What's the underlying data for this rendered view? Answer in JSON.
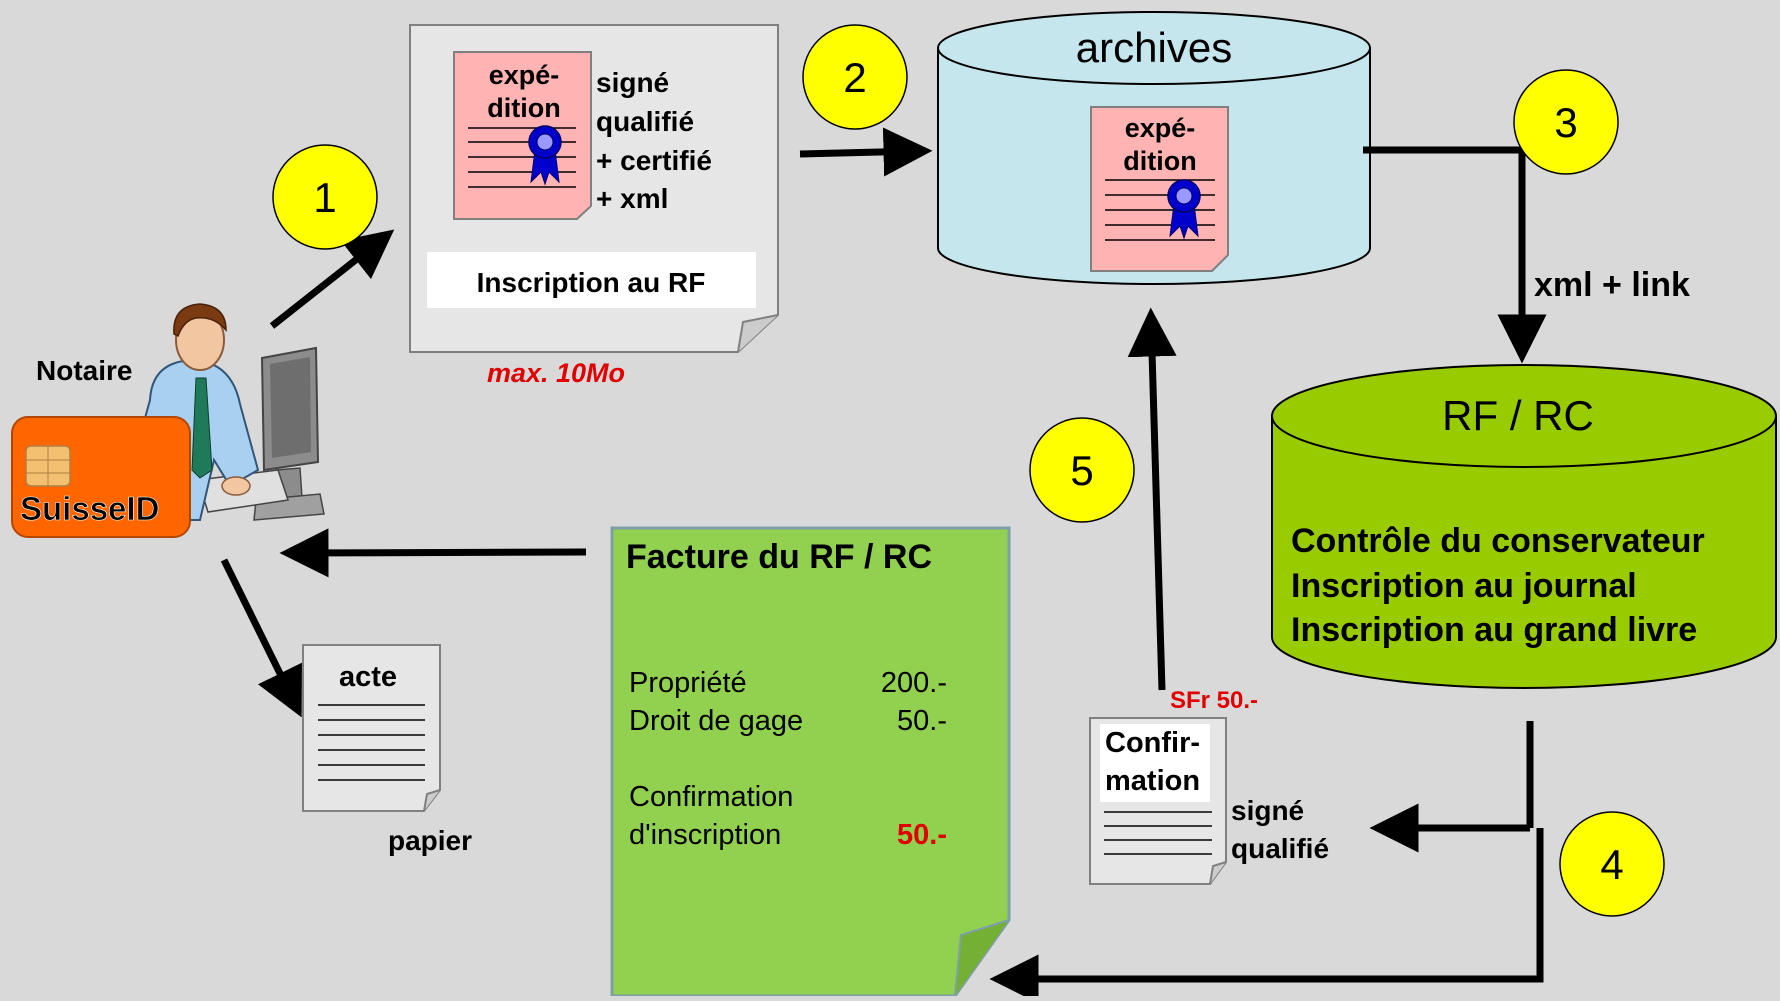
{
  "steps": [
    "1",
    "2",
    "3",
    "4",
    "5"
  ],
  "notary": {
    "label": "Notaire",
    "card_label": "SuisseID"
  },
  "expedition_doc": {
    "stamp_line1": "expé-",
    "stamp_line2": "dition",
    "sig_lines": [
      "signé",
      "qualifié",
      "+ certifié",
      "+ xml"
    ],
    "inscription_label": "Inscription au RF",
    "size_note": "max. 10Mo"
  },
  "archives": {
    "title": "archives",
    "stamp_line1": "expé-",
    "stamp_line2": "dition"
  },
  "link_label": "xml + link",
  "registry": {
    "title": "RF / RC",
    "lines": [
      "Contrôle du conservateur",
      "Inscription au journal",
      "Inscription au grand livre"
    ]
  },
  "invoice": {
    "title": "Facture du RF / RC",
    "rows": [
      {
        "label": "Propriété",
        "amount": "200.-"
      },
      {
        "label": "Droit de gage",
        "amount": "50.-"
      }
    ],
    "confirm_line1": "Confirmation",
    "confirm_line2": "d'inscription",
    "confirm_amount": "50.-"
  },
  "paper_doc": {
    "title": "acte",
    "caption": "papier"
  },
  "confirmation_doc": {
    "title_line1": "Confir-",
    "title_line2": "mation",
    "price": "SFr 50.-",
    "sig_line1": "signé",
    "sig_line2": "qualifié"
  },
  "colors": {
    "background": "#d9d9d9",
    "step_circle": "#ffff00",
    "archives_fill": "#c5e6ec",
    "registry_fill": "#99cc00",
    "invoice_fill": "#92d050",
    "stamp_fill": "#ffb3b3",
    "card_fill": "#ff6600",
    "ribbon_blue": "#0000cc",
    "accent_red": "#e00000"
  }
}
